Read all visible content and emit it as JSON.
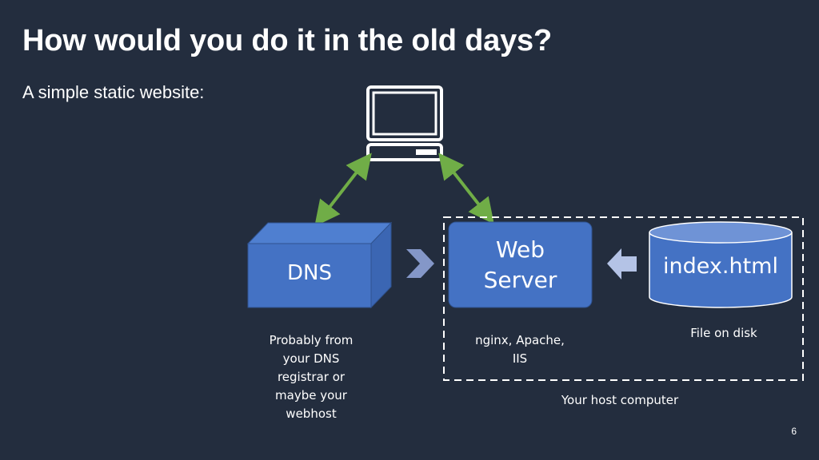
{
  "slide": {
    "title": "How would you do it in the old days?",
    "subtitle": "A simple static website:",
    "page_number": "6"
  },
  "nodes": {
    "dns": {
      "label": "DNS",
      "caption": "Probably from your DNS registrar or maybe your webhost"
    },
    "web_server": {
      "label_line1": "Web",
      "label_line2": "Server",
      "caption": "nginx, Apache, IIS"
    },
    "file": {
      "label": "index.html",
      "caption": "File on disk"
    },
    "host_group": {
      "caption": "Your host computer"
    }
  },
  "colors": {
    "background": "#232d3e",
    "box_fill": "#4472c4",
    "box_stroke": "#2f528f",
    "arrow_green": "#70ad47",
    "chevron": "#8497c8"
  },
  "icons": [
    "computer-icon",
    "dns-box-icon",
    "database-cylinder-icon",
    "chevron-right-icon",
    "arrow-left-icon"
  ]
}
